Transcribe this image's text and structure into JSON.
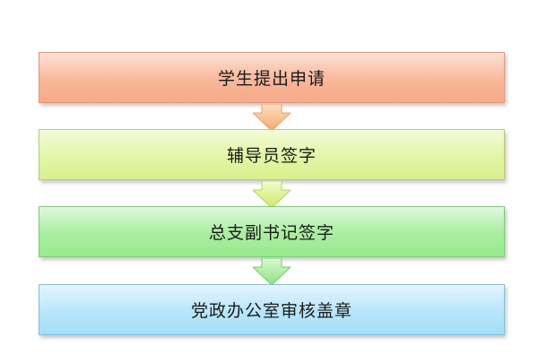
{
  "steps": [
    {
      "label": "学生提出申请"
    },
    {
      "label": "辅导员签字"
    },
    {
      "label": "总支副书记签字"
    },
    {
      "label": "党政办公室审核盖章"
    }
  ],
  "colors": {
    "step1": "#f9b79a",
    "step2": "#e2f5a5",
    "step3": "#a9ee9f",
    "step4": "#b7e6fb",
    "arrow1": "#fbbf8c",
    "arrow2": "#d9f07f",
    "arrow3": "#9ee88e"
  }
}
